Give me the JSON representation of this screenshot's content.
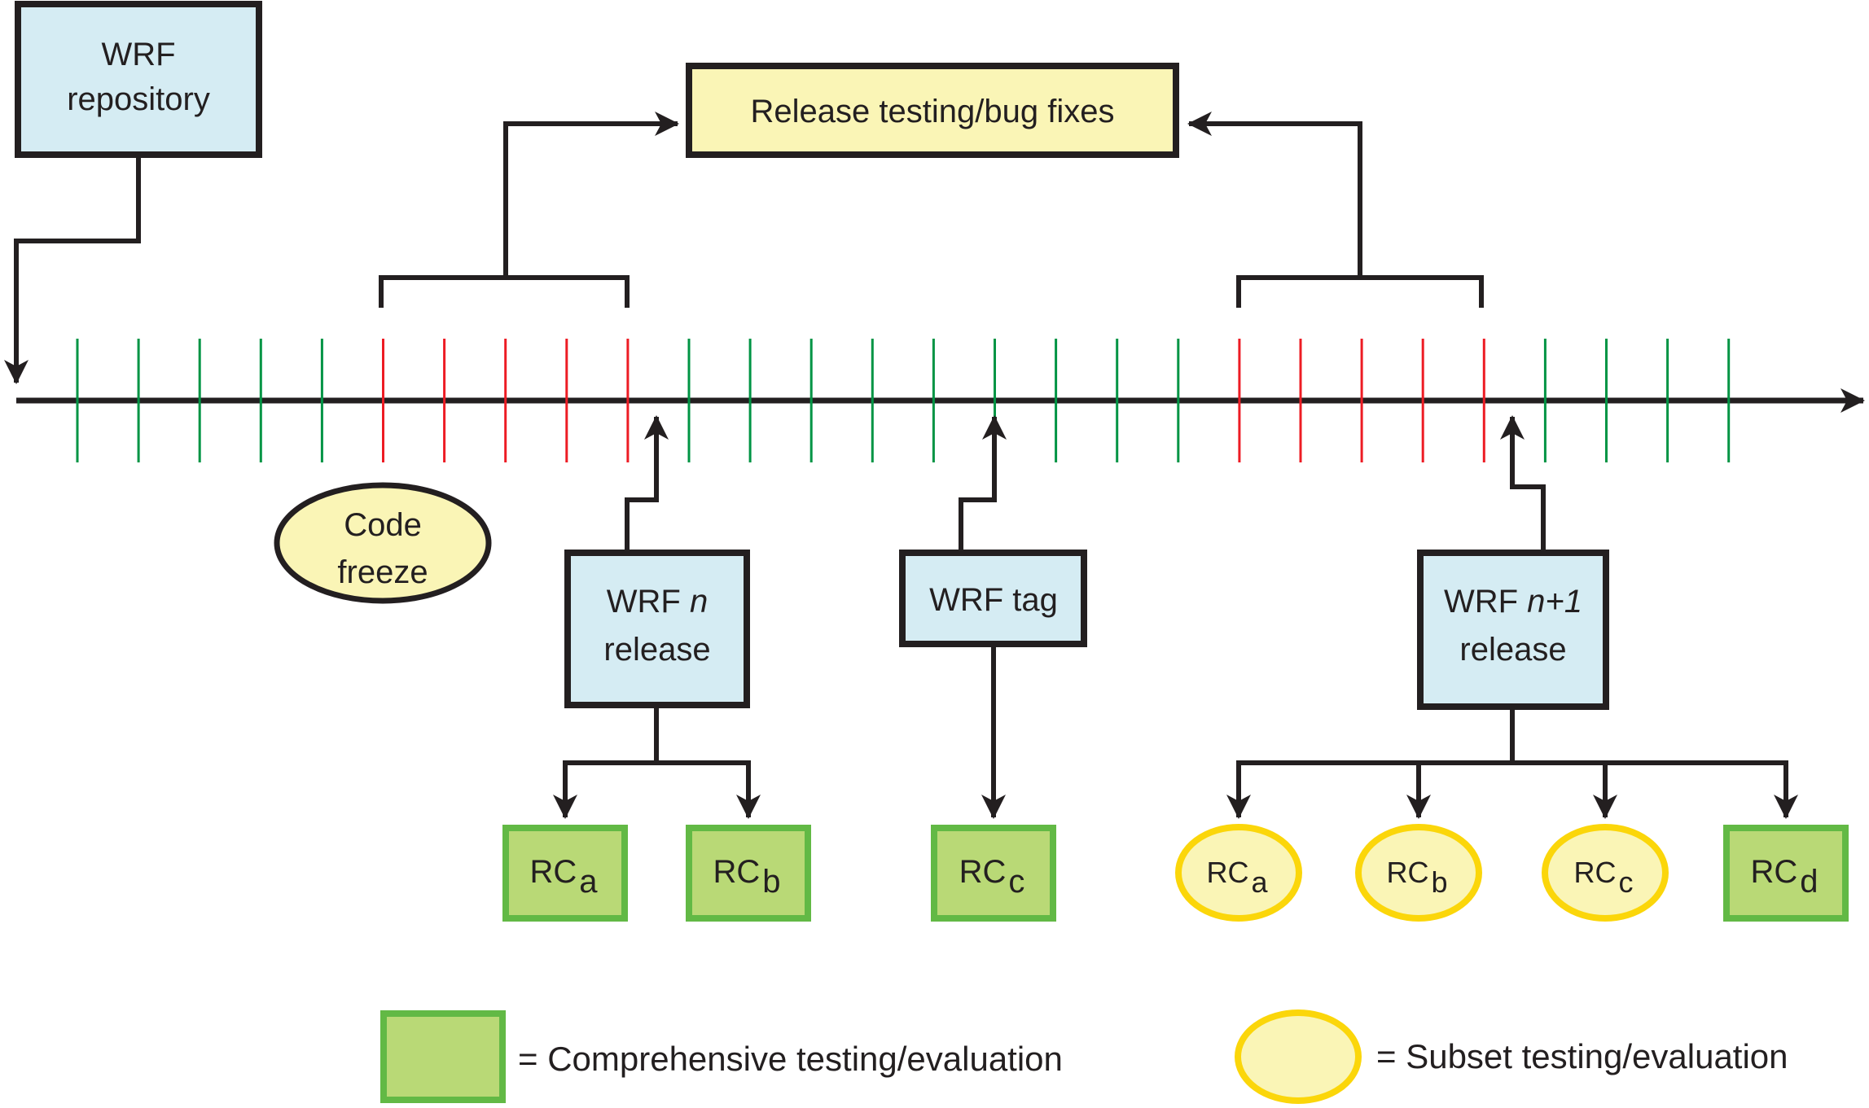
{
  "colors": {
    "line": "#231f20",
    "blue_fill": "#d5ecf3",
    "yellow_fill": "#faf5b6",
    "yellow_stroke": "#fbd60a",
    "green_fill": "#b9d976",
    "green_stroke": "#62b945",
    "tick_green": "#009444",
    "tick_red": "#ed1c24"
  },
  "repository": {
    "line1": "WRF",
    "line2": "repository"
  },
  "release_testing": {
    "label": "Release testing/bug fixes"
  },
  "code_freeze": {
    "line1": "Code",
    "line2": "freeze"
  },
  "timeline": {
    "ticks": [
      "green",
      "green",
      "green",
      "green",
      "green",
      "red",
      "red",
      "red",
      "red",
      "red",
      "green",
      "green",
      "green",
      "green",
      "green",
      "green",
      "green",
      "green",
      "green",
      "red",
      "red",
      "red",
      "red",
      "red",
      "green",
      "green",
      "green",
      "green"
    ]
  },
  "release_n": {
    "line1_prefix": "WRF ",
    "line1_italic": "n",
    "line2": "release"
  },
  "tag": {
    "label": "WRF tag"
  },
  "release_n1": {
    "line1_prefix": "WRF ",
    "line1_italic": "n+1",
    "line2": "release"
  },
  "rc_n": [
    {
      "base": "RC",
      "sub": "a",
      "type": "comprehensive"
    },
    {
      "base": "RC",
      "sub": "b",
      "type": "comprehensive"
    }
  ],
  "rc_tag": [
    {
      "base": "RC",
      "sub": "c",
      "type": "comprehensive"
    }
  ],
  "rc_n1": [
    {
      "base": "RC",
      "sub": "a",
      "type": "subset"
    },
    {
      "base": "RC",
      "sub": "b",
      "type": "subset"
    },
    {
      "base": "RC",
      "sub": "c",
      "type": "subset"
    },
    {
      "base": "RC",
      "sub": "d",
      "type": "comprehensive"
    }
  ],
  "legend": {
    "comprehensive": "= Comprehensive testing/evaluation",
    "subset": "= Subset testing/evaluation"
  }
}
